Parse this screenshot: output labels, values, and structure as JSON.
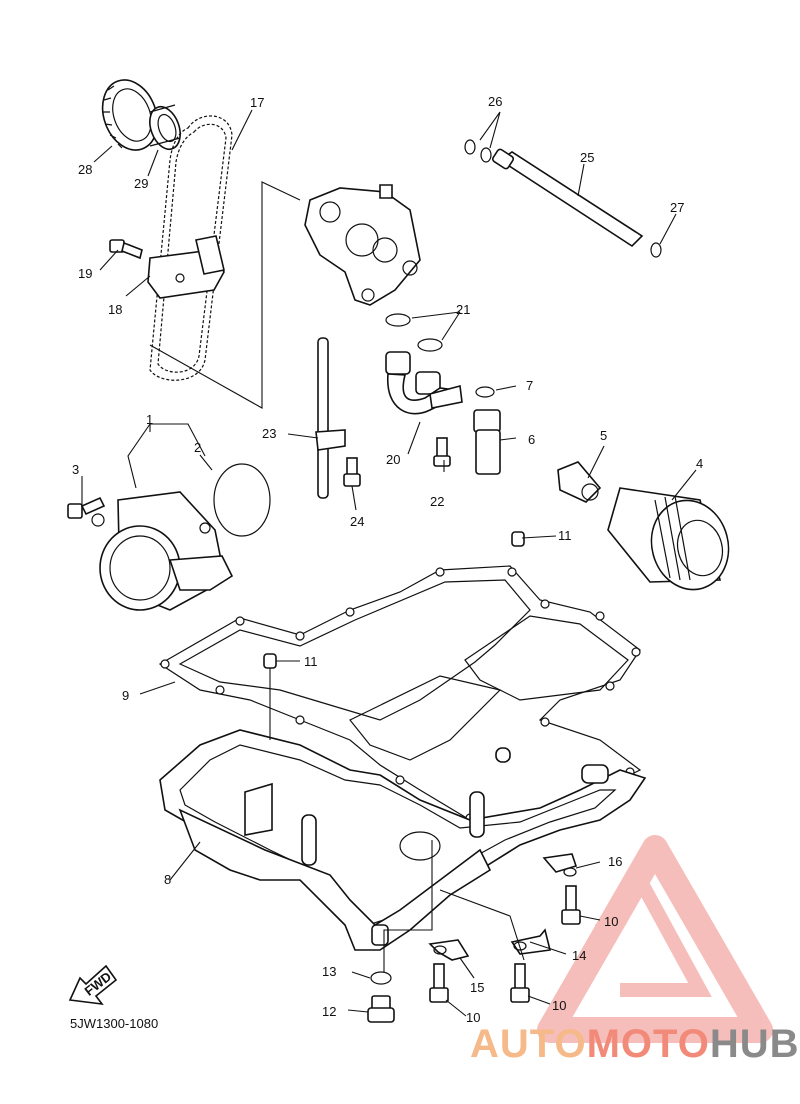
{
  "diagram": {
    "drawing_code": "5JW1300-1080",
    "direction_marker": "FWD",
    "parts": [
      {
        "id": "p1",
        "number": "1"
      },
      {
        "id": "p2",
        "number": "2"
      },
      {
        "id": "p3",
        "number": "3"
      },
      {
        "id": "p4",
        "number": "4"
      },
      {
        "id": "p5",
        "number": "5"
      },
      {
        "id": "p6",
        "number": "6"
      },
      {
        "id": "p7",
        "number": "7"
      },
      {
        "id": "p8",
        "number": "8"
      },
      {
        "id": "p9",
        "number": "9"
      },
      {
        "id": "p10a",
        "number": "10"
      },
      {
        "id": "p10b",
        "number": "10"
      },
      {
        "id": "p10c",
        "number": "10"
      },
      {
        "id": "p11a",
        "number": "11"
      },
      {
        "id": "p11b",
        "number": "11"
      },
      {
        "id": "p12",
        "number": "12"
      },
      {
        "id": "p13",
        "number": "13"
      },
      {
        "id": "p14",
        "number": "14"
      },
      {
        "id": "p15",
        "number": "15"
      },
      {
        "id": "p16",
        "number": "16"
      },
      {
        "id": "p17",
        "number": "17"
      },
      {
        "id": "p18",
        "number": "18"
      },
      {
        "id": "p19",
        "number": "19"
      },
      {
        "id": "p20",
        "number": "20"
      },
      {
        "id": "p21",
        "number": "21"
      },
      {
        "id": "p22",
        "number": "22"
      },
      {
        "id": "p23",
        "number": "23"
      },
      {
        "id": "p24",
        "number": "24"
      },
      {
        "id": "p25",
        "number": "25"
      },
      {
        "id": "p26",
        "number": "26"
      },
      {
        "id": "p27",
        "number": "27"
      },
      {
        "id": "p28",
        "number": "28"
      },
      {
        "id": "p29",
        "number": "29"
      }
    ]
  },
  "watermark": {
    "part1": "AUTO",
    "part2": "MOTO",
    "part3": "HUB",
    "colors": {
      "auto": "#f5b98a",
      "moto": "#f28a7a",
      "hub": "#8a8a8a",
      "triangle": "#f08a85"
    }
  }
}
